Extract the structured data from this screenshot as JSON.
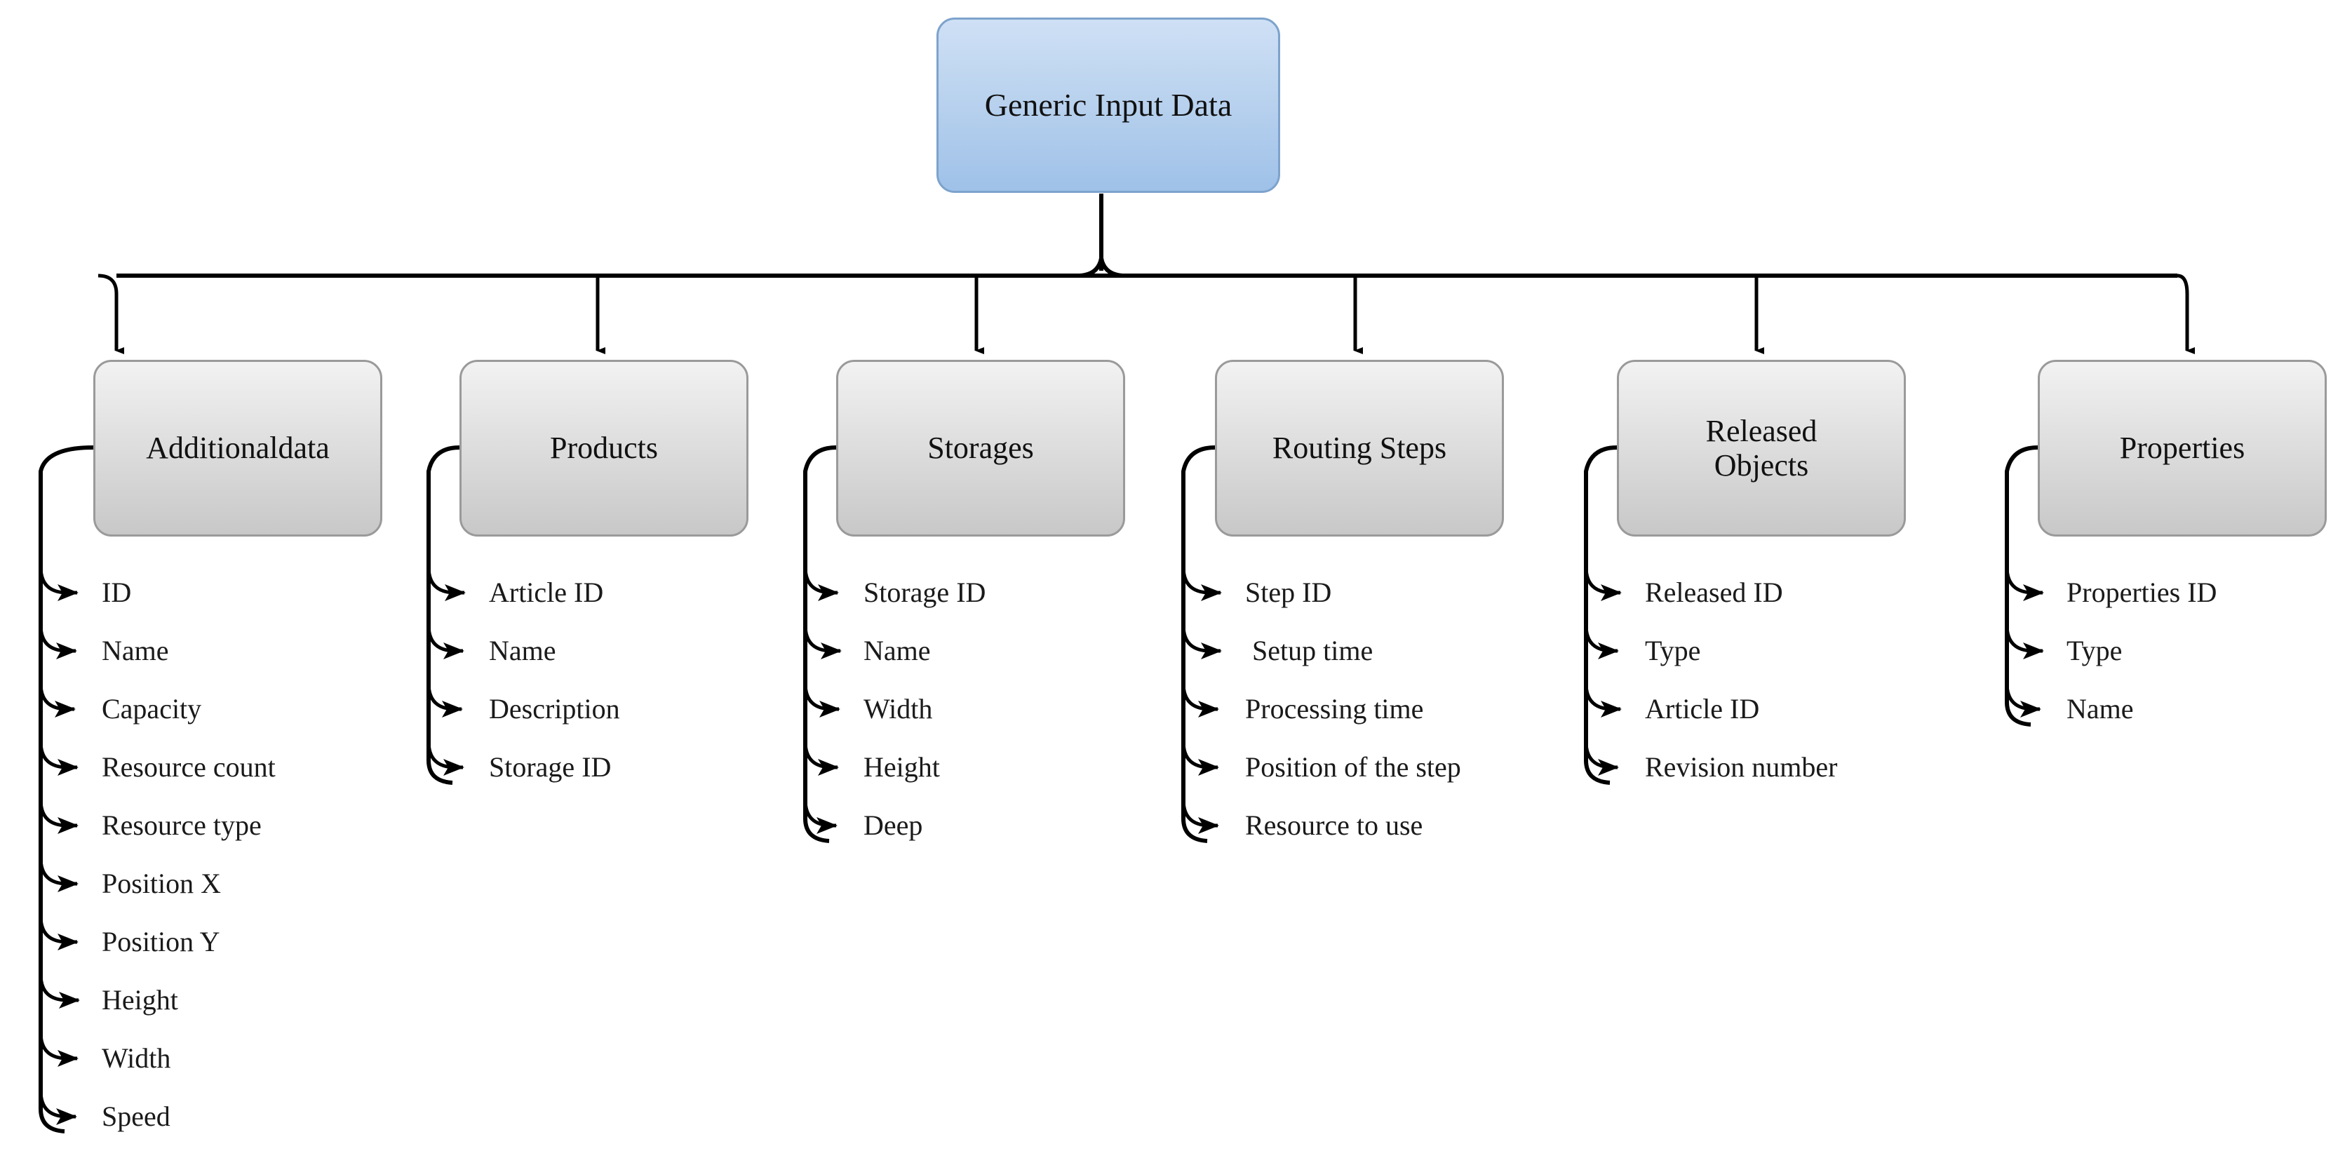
{
  "diagram": {
    "title": "Generic Input Data",
    "type": "tree-hierarchy",
    "root": {
      "label": "Generic Input Data"
    },
    "branches": [
      {
        "id": "additionaldata",
        "label": "Additionaldata",
        "items": [
          "ID",
          "Name",
          "Capacity",
          "Resource count",
          "Resource type",
          "Position X",
          "Position Y",
          "Height",
          "Width",
          "Speed"
        ]
      },
      {
        "id": "products",
        "label": "Products",
        "items": [
          "Article ID",
          "Name",
          "Description",
          "Storage ID"
        ]
      },
      {
        "id": "storages",
        "label": "Storages",
        "items": [
          "Storage ID",
          "Name",
          "Width",
          "Height",
          "Deep"
        ]
      },
      {
        "id": "routing-steps",
        "label": "Routing Steps",
        "items": [
          "Step ID",
          " Setup time",
          "Processing time",
          "Position of the step",
          "Resource to use"
        ]
      },
      {
        "id": "released-objects",
        "label": "Released Objects",
        "label_lines": [
          "Released",
          "Objects"
        ],
        "items": [
          "Released ID",
          "Type",
          "Article ID",
          "Revision number"
        ]
      },
      {
        "id": "properties",
        "label": "Properties",
        "items": [
          "Properties ID",
          "Type",
          "Name"
        ]
      }
    ],
    "colors": {
      "root_fill_top": "#cfe0f5",
      "root_fill_bottom": "#9fc1e8",
      "root_border": "#7da3cc",
      "child_fill_top": "#f2f2f2",
      "child_fill_bottom": "#c8c8c8",
      "child_border": "#9a9a9a",
      "connector": "#000000",
      "text": "#111111",
      "background": "#ffffff"
    }
  }
}
